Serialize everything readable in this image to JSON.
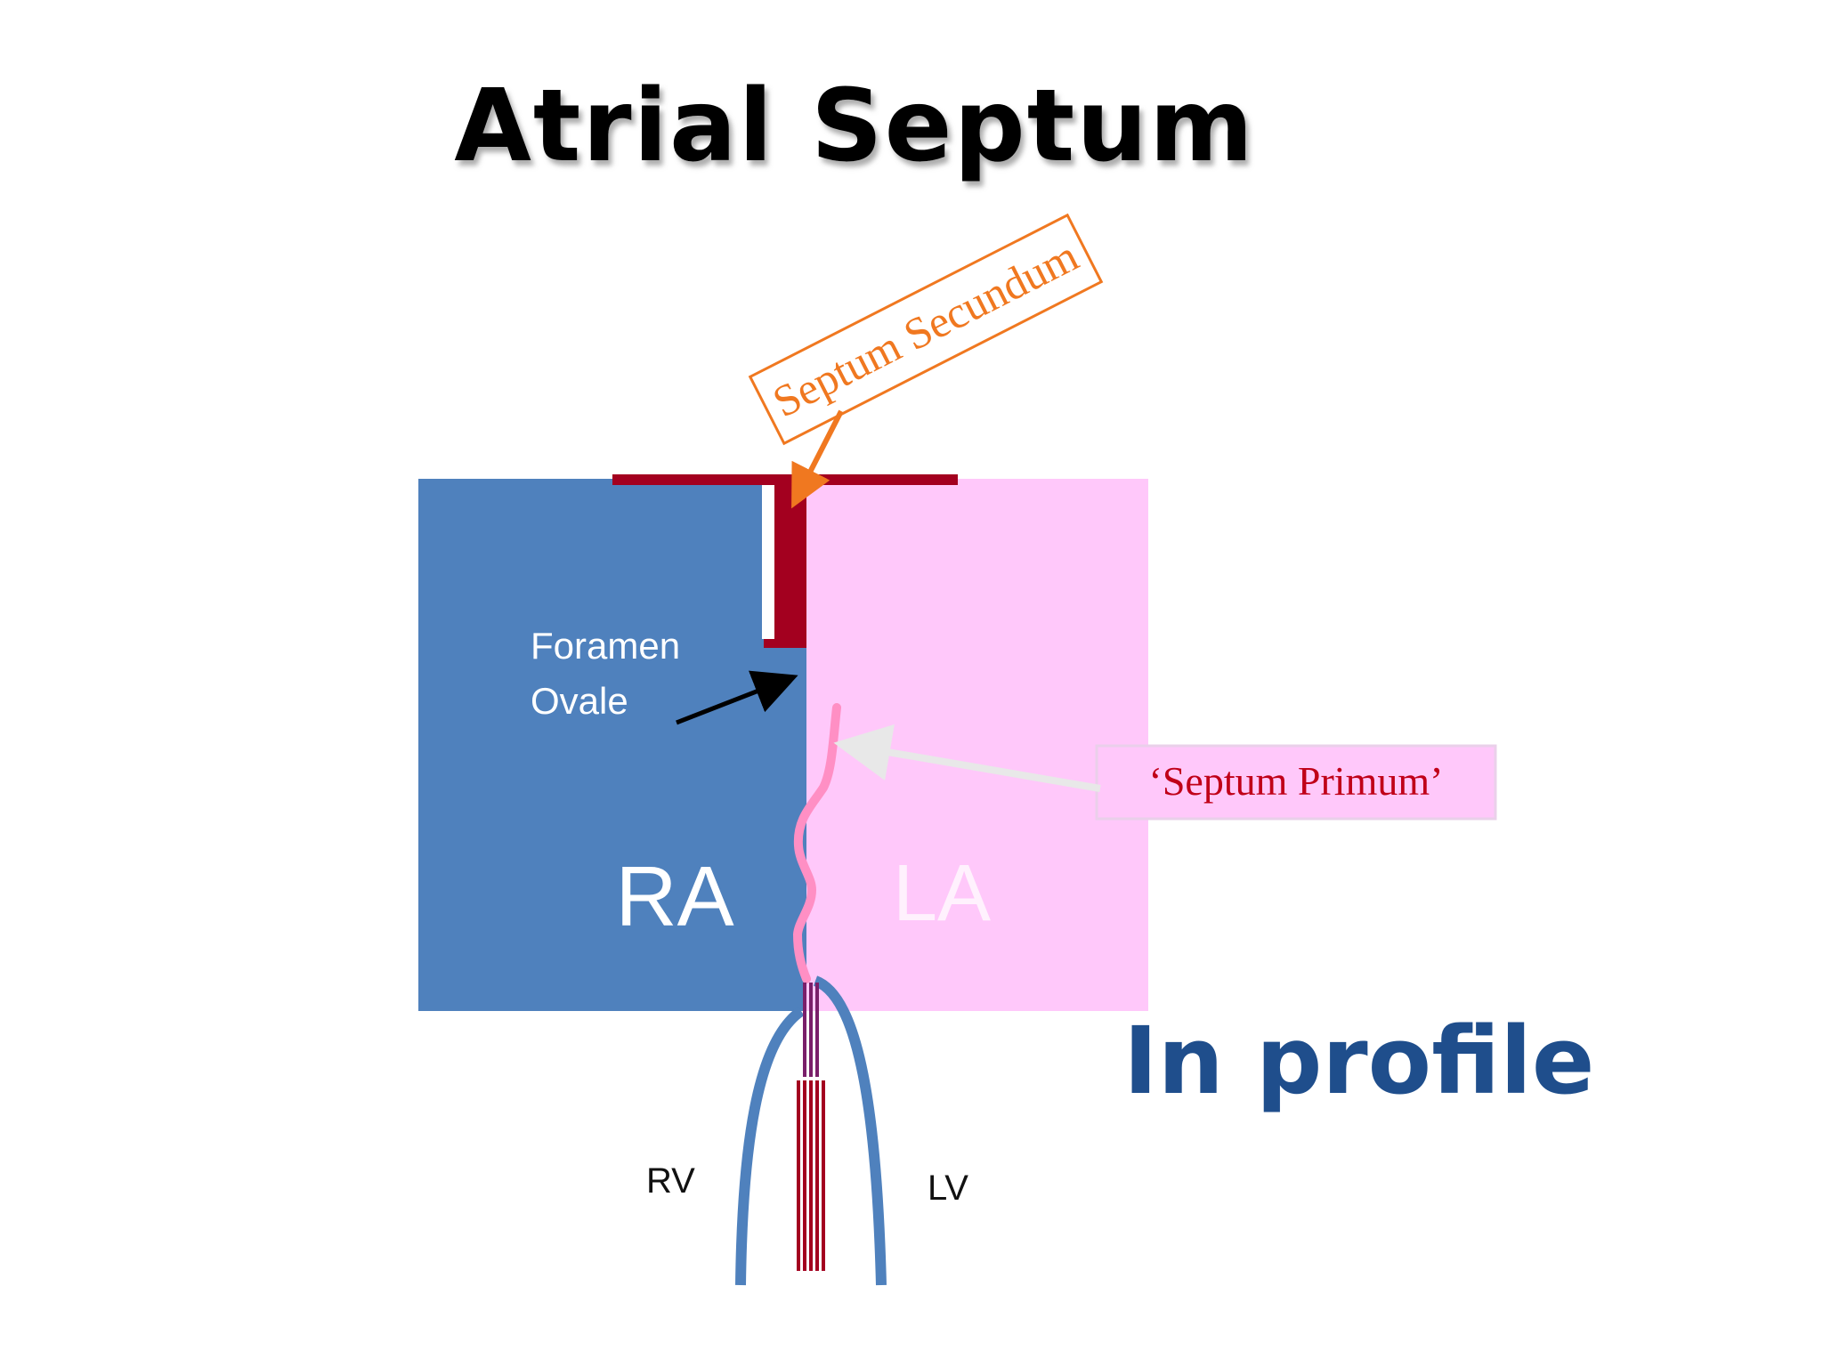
{
  "title": "Atrial Septum",
  "subtitle": "In profile",
  "labels": {
    "septum_secundum": "Septum Secundum",
    "septum_primum": "‘Septum Primum’",
    "foramen_line1": "Foramen",
    "foramen_line2": "Ovale",
    "ra": "RA",
    "la": "LA",
    "rv": "RV",
    "lv": "LV"
  },
  "colors": {
    "right_atrium": "#4f81bd",
    "left_atrium": "#ffc8fa",
    "septum_secundum": "#a3001f",
    "septum_primum": "#ff8fc4",
    "callout_orange": "#f07820",
    "callout_red_text": "#c00018",
    "ventricle_outline": "#4f81bd",
    "subtitle": "#1f4e8c"
  }
}
